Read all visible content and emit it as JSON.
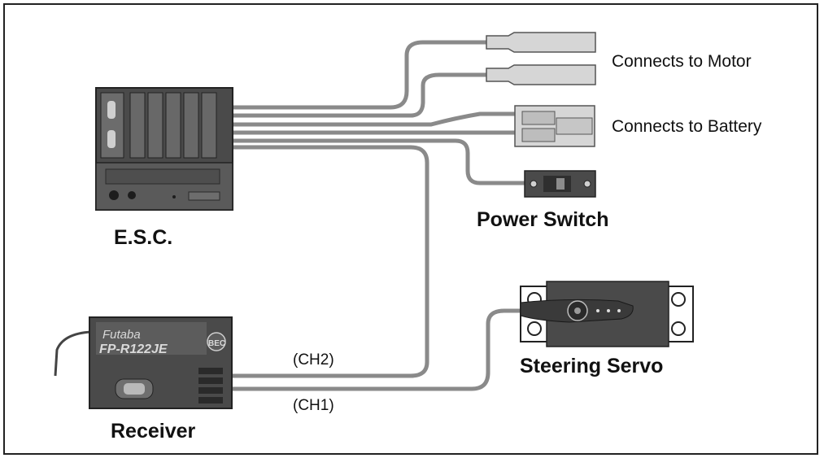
{
  "labels": {
    "motor": "Connects to Motor",
    "battery": "Connects to Battery",
    "power_switch": "Power Switch",
    "esc": "E.S.C.",
    "steering_servo": "Steering Servo",
    "receiver": "Receiver",
    "ch2": "(CH2)",
    "ch1": "(CH1)"
  },
  "receiver_case": {
    "brand": "Futaba",
    "model": "FP-R122JE",
    "band": "BEC"
  },
  "colors": {
    "frame": "#222222",
    "wire": "#8a8a8a",
    "component_dark": "#4a4a4a",
    "component_light": "#d6d6d6"
  }
}
